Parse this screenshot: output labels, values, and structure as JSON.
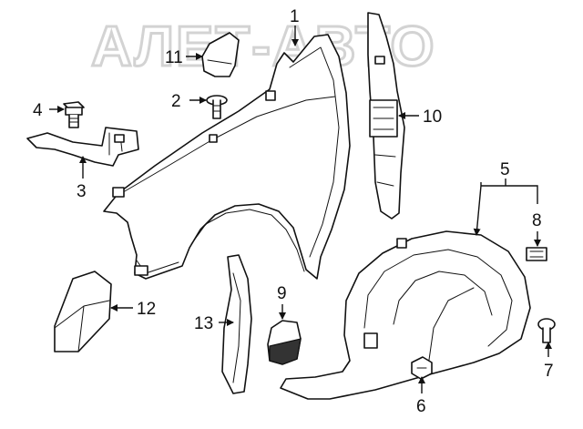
{
  "watermark": {
    "text": "АЛЕТ-АВТО"
  },
  "colors": {
    "line": "#111111",
    "watermark": "#d3d3d3",
    "background": "#ffffff"
  },
  "callouts": [
    {
      "id": "1",
      "label": "1"
    },
    {
      "id": "2",
      "label": "2"
    },
    {
      "id": "3",
      "label": "3"
    },
    {
      "id": "4",
      "label": "4"
    },
    {
      "id": "5",
      "label": "5"
    },
    {
      "id": "6",
      "label": "6"
    },
    {
      "id": "7",
      "label": "7"
    },
    {
      "id": "8",
      "label": "8"
    },
    {
      "id": "9",
      "label": "9"
    },
    {
      "id": "10",
      "label": "10"
    },
    {
      "id": "11",
      "label": "11"
    },
    {
      "id": "12",
      "label": "12"
    },
    {
      "id": "13",
      "label": "13"
    }
  ]
}
